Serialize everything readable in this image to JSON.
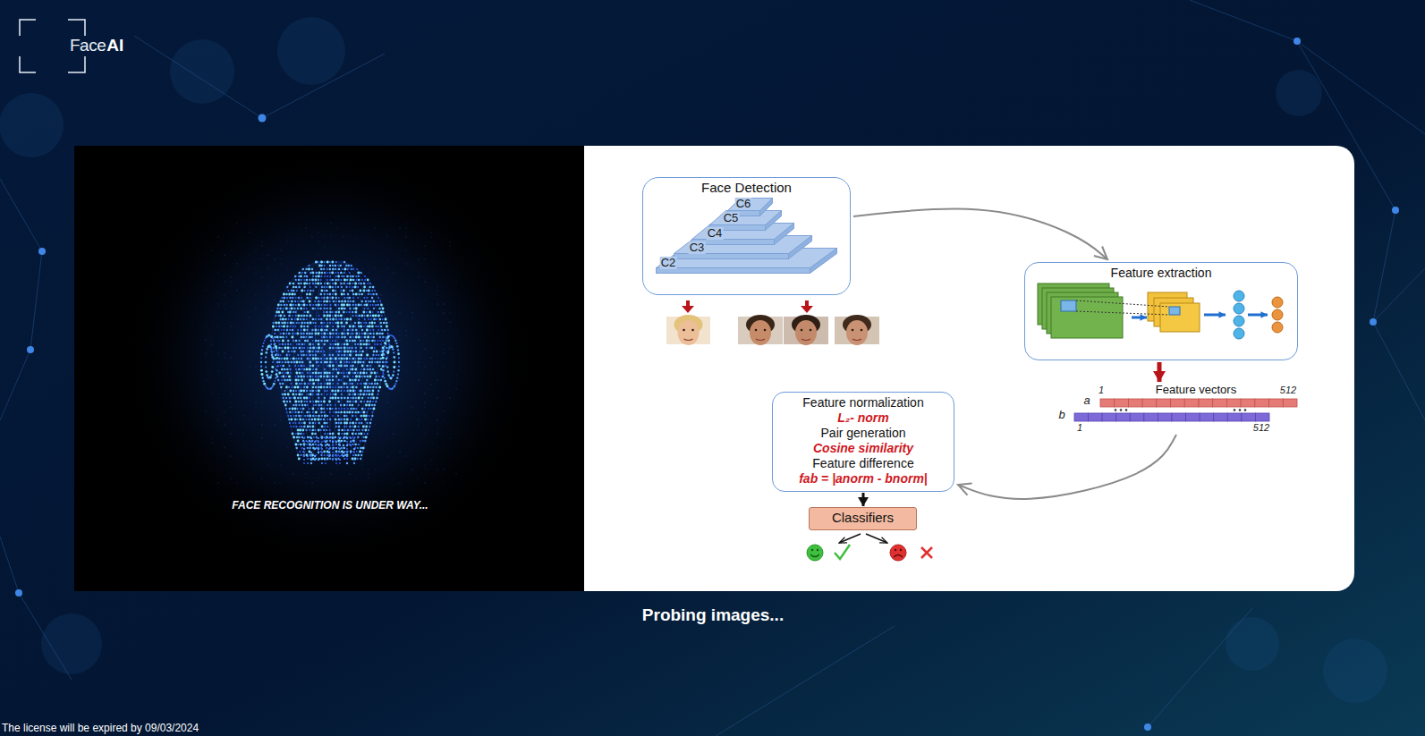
{
  "diagram": {
    "caption": "Probing images...",
    "nodes": [
      {
        "text": [
          "Face Detection",
          "C6",
          "C5",
          "C4",
          "C3",
          "C2"
        ]
      },
      {
        "text": [
          "Feature extraction"
        ]
      },
      {
        "text": [
          "Feature vectors"
        ]
      },
      {
        "text": [
          "Feature normalization",
          "L₂- norm",
          "Pair generation",
          "Cosine similarity",
          "Feature difference",
          "fab = |anorm - bnorm|"
        ]
      },
      {
        "text": [
          "Classifiers"
        ]
      }
    ],
    "edges": [
      {
        "from": 0,
        "to": 1,
        "arrow": "to"
      },
      {
        "from": 1,
        "to": 2,
        "arrow": "to"
      },
      {
        "from": 2,
        "to": 3,
        "arrow": "to"
      },
      {
        "from": 3,
        "to": 4,
        "arrow": "to"
      }
    ],
    "labels": [
      "Face",
      "AI",
      "FACE RECOGNITION IS UNDER WAY...",
      "1",
      "512",
      "a",
      "b",
      "1",
      "512",
      "The license will be expired by 09/03/2024"
    ]
  }
}
